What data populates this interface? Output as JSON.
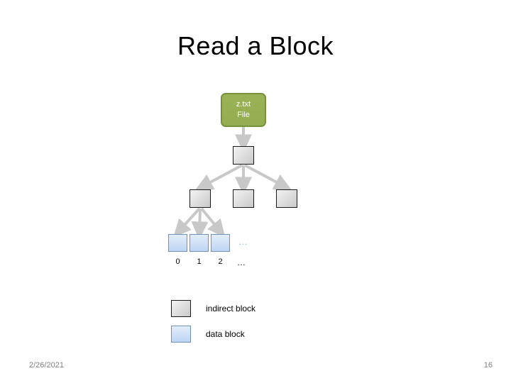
{
  "slide": {
    "title": "Read a Block",
    "background_color": "#ffffff"
  },
  "diagram": {
    "file_node": {
      "line1": "z.txt",
      "line2": "File",
      "fill_color": "#97b054",
      "border_color": "#77913a",
      "text_color": "#ffffff"
    },
    "indirect_blocks": {
      "fill_color": "#e3e3e3",
      "border_color": "#1a1a1a",
      "root_count": 1,
      "child_count": 3
    },
    "data_blocks": {
      "fill_color": "#cfe0f6",
      "border_color": "#6f93bf",
      "labels": [
        "0",
        "1",
        "2"
      ],
      "overflow_ellipsis": "…",
      "row_ellipsis": "…"
    },
    "arrow_color": "#c8c8c8"
  },
  "legend": {
    "items": [
      {
        "label": "indirect block",
        "swatch": "indirect-block-swatch"
      },
      {
        "label": "data block",
        "swatch": "data-block-swatch"
      }
    ]
  },
  "footer": {
    "date": "2/26/2021",
    "page_number": "16"
  },
  "chart_data": {
    "type": "diagram",
    "title": "Read a Block",
    "description": "Unix inode-style block tree: a file node points to an indirect block, which points to three further indirect blocks; the leftmost indirect block points to data blocks 0, 1, 2 and more.",
    "nodes": [
      {
        "id": "file",
        "label": "z.txt File",
        "kind": "file",
        "level": 0
      },
      {
        "id": "ind-root",
        "label": "",
        "kind": "indirect block",
        "level": 1
      },
      {
        "id": "ind-0",
        "label": "",
        "kind": "indirect block",
        "level": 2
      },
      {
        "id": "ind-1",
        "label": "",
        "kind": "indirect block",
        "level": 2
      },
      {
        "id": "ind-2",
        "label": "",
        "kind": "indirect block",
        "level": 2
      },
      {
        "id": "data-0",
        "label": "0",
        "kind": "data block",
        "level": 3
      },
      {
        "id": "data-1",
        "label": "1",
        "kind": "data block",
        "level": 3
      },
      {
        "id": "data-2",
        "label": "2",
        "kind": "data block",
        "level": 3
      }
    ],
    "edges": [
      {
        "from": "file",
        "to": "ind-root"
      },
      {
        "from": "ind-root",
        "to": "ind-0"
      },
      {
        "from": "ind-root",
        "to": "ind-1"
      },
      {
        "from": "ind-root",
        "to": "ind-2"
      },
      {
        "from": "ind-0",
        "to": "data-0"
      },
      {
        "from": "ind-0",
        "to": "data-1"
      },
      {
        "from": "ind-0",
        "to": "data-2"
      }
    ],
    "legend": [
      "indirect block",
      "data block"
    ]
  }
}
